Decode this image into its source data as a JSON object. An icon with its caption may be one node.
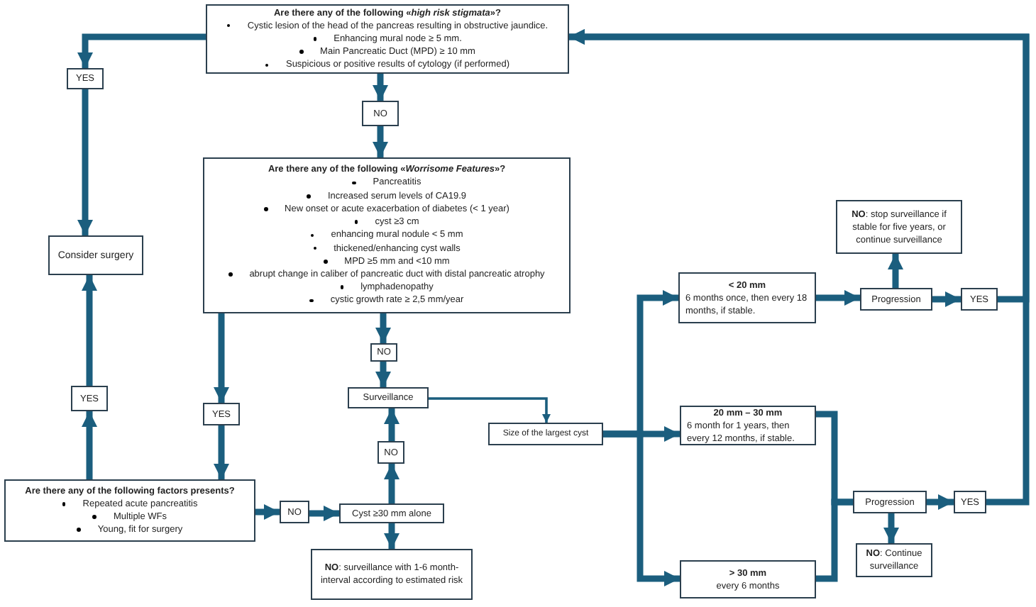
{
  "diagram": {
    "nodes": [
      {
        "text": [
          "Are there any of the following «*high risk stigmata*»?",
          "Cystic lesion of the head of the pancreas resulting in obstructive jaundice.",
          "Enhancing mural node ≥ 5 mm.",
          "Main Pancreatic Duct (MPD) ≥ 10 mm",
          "Suspicious or positive results of cytology (if performed)"
        ]
      },
      {
        "text": [
          "YES"
        ]
      },
      {
        "text": [
          "NO"
        ]
      },
      {
        "text": [
          "Are there any of the following «*Worrisome Features*»?",
          "Pancreatitis",
          "Increased serum levels of CA19.9",
          "New onset or acute exacerbation of diabetes (< 1 year)",
          "cyst ≥3 cm",
          "enhancing mural nodule < 5 mm",
          "thickened/enhancing cyst walls",
          "MPD ≥5 mm and <10 mm",
          "abrupt change in caliber of pancreatic duct with distal pancreatic atrophy",
          "lymphadenopathy",
          "cystic growth rate ≥ 2,5 mm/year"
        ]
      },
      {
        "text": [
          "Consider surgery"
        ]
      },
      {
        "text": [
          "NO"
        ]
      },
      {
        "text": [
          "Surveillance"
        ]
      },
      {
        "text": [
          "YES"
        ]
      },
      {
        "text": [
          "YES"
        ]
      },
      {
        "text": [
          "NO"
        ]
      },
      {
        "text": [
          "Are there any of the following factors presents?",
          "Repeated acute pancreatitis",
          "Multiple WFs",
          "Young, fit for surgery"
        ]
      },
      {
        "text": [
          "NO"
        ]
      },
      {
        "text": [
          "Cyst ≥30 mm alone"
        ]
      },
      {
        "text": [
          "**NO**: surveillance with 1-6 month-interval according to estimated risk"
        ]
      },
      {
        "text": [
          "Size of the largest cyst"
        ]
      },
      {
        "text": [
          "< 20 mm",
          "6 months once, then every 18 months, if stable."
        ]
      },
      {
        "text": [
          "Progression"
        ]
      },
      {
        "text": [
          "YES"
        ]
      },
      {
        "text": [
          "**NO**: stop surveillance if stable for five years, or continue surveillance"
        ]
      },
      {
        "text": [
          "20 mm – 30 mm",
          "6 month for 1 years, then every 12 months, if stable."
        ]
      },
      {
        "text": [
          "Progression"
        ]
      },
      {
        "text": [
          "YES"
        ]
      },
      {
        "text": [
          "**NO**: Continue surveillance"
        ]
      },
      {
        "text": [
          "> 30 mm",
          "every 6 months"
        ]
      }
    ],
    "edges": [
      {
        "from": 0,
        "to": 1,
        "arrow": "to"
      },
      {
        "from": 1,
        "to": 4,
        "arrow": "to"
      },
      {
        "from": 0,
        "to": 2,
        "arrow": "to"
      },
      {
        "from": 2,
        "to": 3,
        "arrow": "to"
      },
      {
        "from": 3,
        "to": 8,
        "arrow": "to"
      },
      {
        "from": 3,
        "to": 5,
        "arrow": "to"
      },
      {
        "from": 5,
        "to": 6,
        "arrow": "to"
      },
      {
        "from": 7,
        "to": 4,
        "arrow": "to"
      },
      {
        "from": 10,
        "to": 7,
        "arrow": "to"
      },
      {
        "from": 8,
        "to": 10,
        "arrow": "to"
      },
      {
        "from": 10,
        "to": 11,
        "arrow": "to"
      },
      {
        "from": 11,
        "to": 12,
        "arrow": "to"
      },
      {
        "from": 12,
        "to": 9,
        "arrow": "to"
      },
      {
        "from": 9,
        "to": 6,
        "arrow": "to"
      },
      {
        "from": 12,
        "to": 13,
        "arrow": "to"
      },
      {
        "from": 6,
        "to": 14,
        "arrow": "to"
      },
      {
        "from": 14,
        "to": 15,
        "arrow": "to"
      },
      {
        "from": 14,
        "to": 19,
        "arrow": "to"
      },
      {
        "from": 14,
        "to": 23,
        "arrow": "to"
      },
      {
        "from": 15,
        "to": 16,
        "arrow": "to"
      },
      {
        "from": 16,
        "to": 18,
        "arrow": "to"
      },
      {
        "from": 16,
        "to": 17,
        "arrow": "to"
      },
      {
        "from": 17,
        "to": 0,
        "arrow": "to"
      },
      {
        "from": 19,
        "to": 20,
        "arrow": "none"
      },
      {
        "from": 23,
        "to": 20,
        "arrow": "none"
      },
      {
        "from": 20,
        "to": 21,
        "arrow": "to"
      },
      {
        "from": 20,
        "to": 22,
        "arrow": "to"
      },
      {
        "from": 21,
        "to": 0,
        "arrow": "to"
      }
    ]
  }
}
